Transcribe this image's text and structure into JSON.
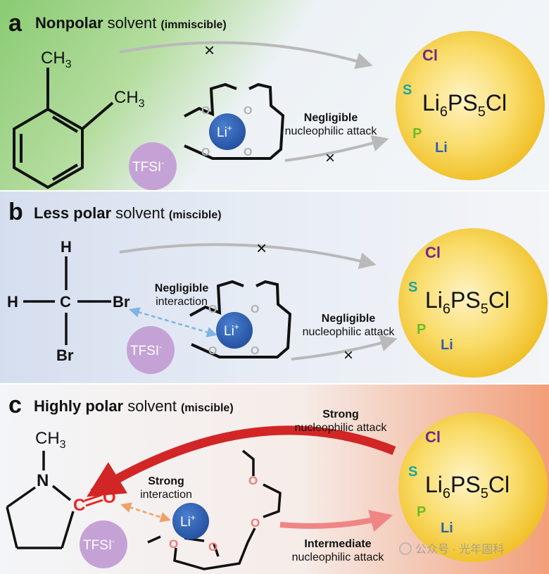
{
  "panels": {
    "a": {
      "letter": "a",
      "title_bold": "Nonpolar",
      "title_rest": " solvent",
      "title_paren": "(immiscible)",
      "solvent": {
        "ch3_top": "CH",
        "ch3_side": "CH",
        "sub3": "3"
      },
      "attack_label_1": "Negligible",
      "attack_label_2": "nucleophilic attack"
    },
    "b": {
      "letter": "b",
      "title_bold": "Less polar",
      "title_rest": " solvent",
      "title_paren": "(miscible)",
      "solvent": {
        "h_top": "H",
        "h_left": "H",
        "c": "C",
        "br_right": "Br",
        "br_bottom": "Br"
      },
      "interaction_label_1": "Negligible",
      "interaction_label_2": "interaction",
      "attack_label_1": "Negligible",
      "attack_label_2": "nucleophilic attack"
    },
    "c": {
      "letter": "c",
      "title_bold": "Highly polar",
      "title_rest": " solvent",
      "title_paren": "(miscible)",
      "solvent": {
        "ch3": "CH",
        "sub3": "3",
        "n": "N",
        "c": "C",
        "o": "O"
      },
      "strong_attack_1": "Strong",
      "strong_attack_2": "nucleophilic attack",
      "interaction_label_1": "Strong",
      "interaction_label_2": "interaction",
      "intermediate_1": "Intermediate",
      "intermediate_2": "nucleophilic attack"
    }
  },
  "common": {
    "cross": "×",
    "tfsi": "TFSI",
    "tfsi_sup": "-",
    "li": "Li",
    "li_sup": "+",
    "crown_o": "O",
    "electrolyte": {
      "li": "Li",
      "li_sub": "6",
      "ps": "PS",
      "ps_sub": "5",
      "cl": "Cl"
    },
    "sphere_labels": {
      "cl": "Cl",
      "s": "S",
      "p": "P",
      "li": "Li"
    }
  },
  "watermark": "公众号 · 光年固科",
  "colors": {
    "panel_a_bg": "#8fcf7a",
    "panel_b_bg": "#dfe6f5",
    "panel_c_bg": "#f3a37f",
    "sphere": "#f3c52e",
    "li_ion": "#2f5fb0",
    "tfsi": "#c6a3d6",
    "red_arrow": "#d42a2a",
    "grey_arrow": "#b8b8b8",
    "s_label": "#1aa5a0",
    "p_label": "#6dbb2a",
    "cl_label": "#6b2a8c",
    "li_label": "#2f5fb0"
  }
}
